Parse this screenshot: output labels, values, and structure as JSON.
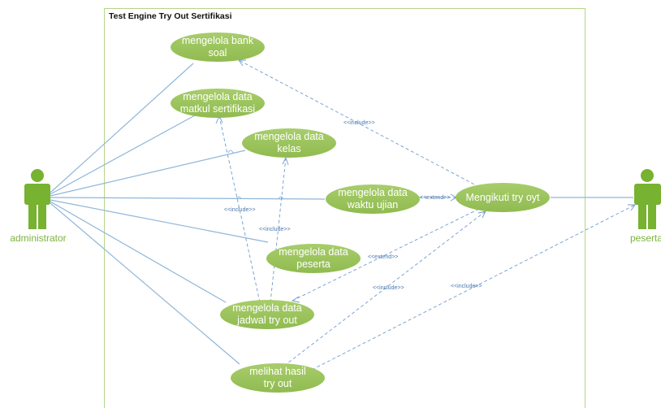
{
  "system": {
    "title": "Test Engine Try Out Sertifikasi"
  },
  "actors": {
    "administrator": {
      "label": "administrator"
    },
    "peserta": {
      "label": "peserta"
    }
  },
  "use_cases": {
    "bank_soal": {
      "line1": "mengelola bank",
      "line2": "soal"
    },
    "matkul": {
      "line1": "mengelola data",
      "line2": "matkul sertifikasi"
    },
    "kelas": {
      "line1": "mengelola data",
      "line2": "kelas"
    },
    "waktu": {
      "line1": "mengelola data",
      "line2": "waktu ujian"
    },
    "peserta": {
      "line1": "mengelola data",
      "line2": "peserta"
    },
    "jadwal": {
      "line1": "mengelola data",
      "line2": "jadwal try out"
    },
    "hasil": {
      "line1": "melihat hasil",
      "line2": "try out"
    },
    "tryout": {
      "line1": "Mengikuti try oyt"
    }
  },
  "relations": {
    "include_bank": "<<include>>",
    "extend_waktu": "<<extend>>",
    "include_matkul": "<<include>>",
    "include_kelas": "<<include>>",
    "extend_jadwal": "<<extend>>",
    "include_hasil": "<<include>>",
    "include_peserta": "<<include>>"
  },
  "colors": {
    "use_case_fill": "#9dc45f",
    "actor_fill": "#77b230",
    "association": "#8fb6d9",
    "dependency": "#6f9bd1",
    "boundary": "#b5d68a"
  }
}
